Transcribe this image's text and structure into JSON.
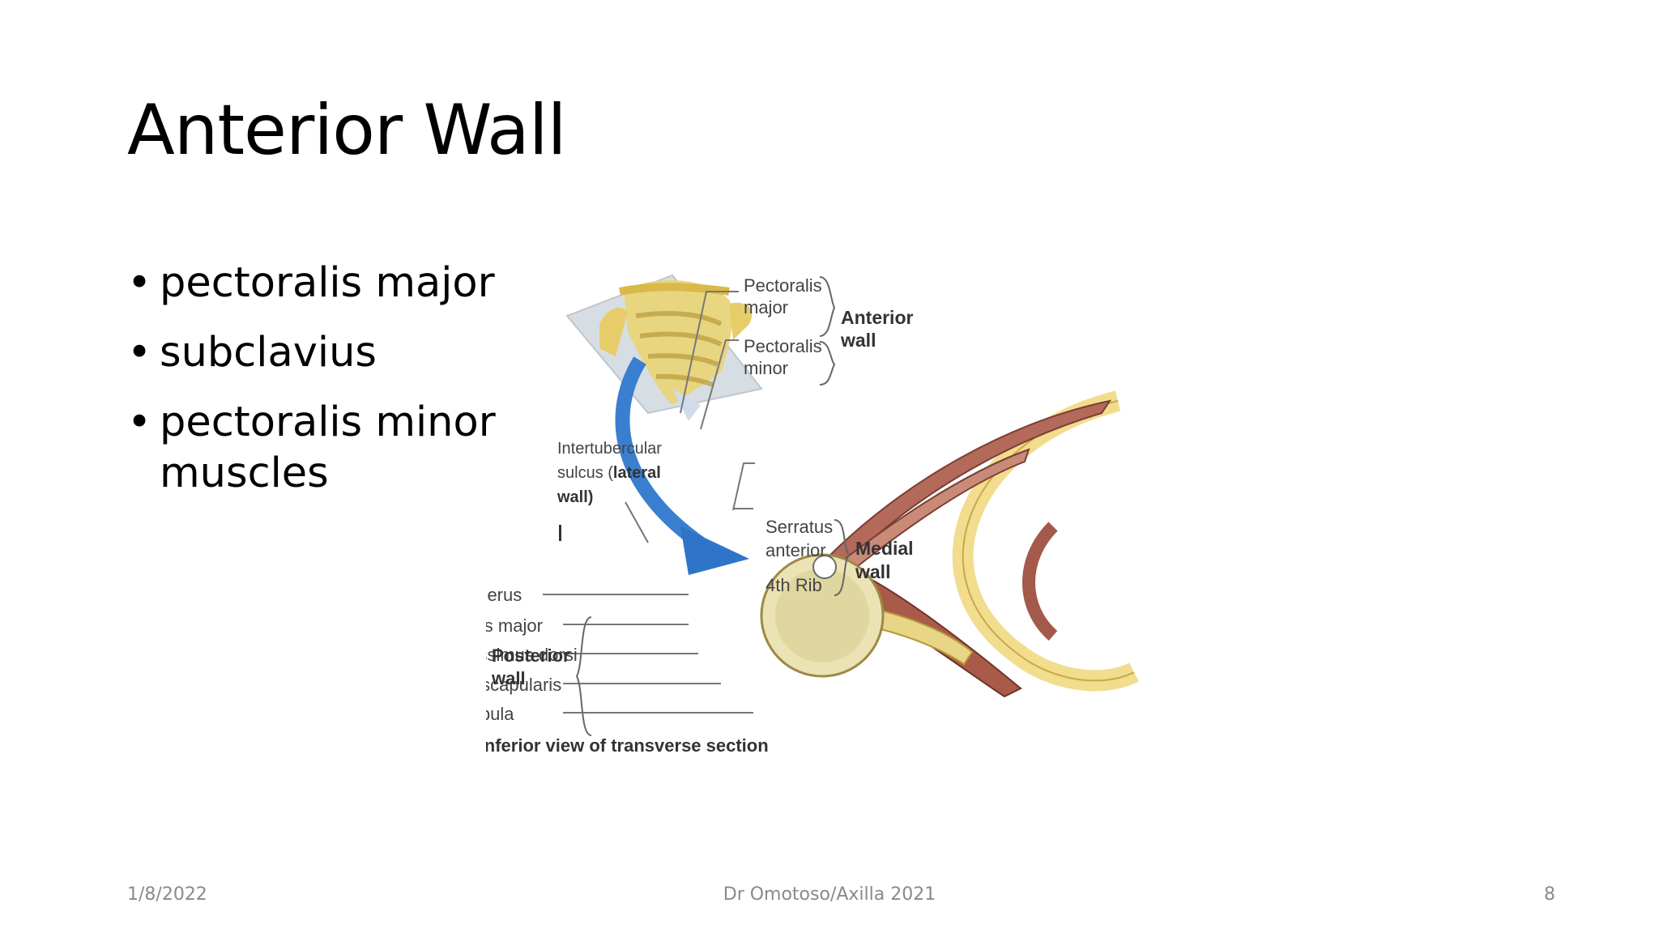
{
  "slide": {
    "title": "Anterior Wall",
    "bullets": [
      "pectoralis major",
      "subclavius",
      "pectoralis minor muscles"
    ]
  },
  "figure": {
    "labels": {
      "pectoralis_major_1": "Pectoralis",
      "pectoralis_major_2": "major",
      "pectoralis_minor_1": "Pectoralis",
      "pectoralis_minor_2": "minor",
      "anterior_wall_1": "Anterior",
      "anterior_wall_2": "wall",
      "intertubercular_1": "Intertubercular",
      "intertubercular_2": "sulcus (",
      "intertubercular_2b": "lateral",
      "intertubercular_3": "wall)",
      "serratus_1": "Serratus",
      "serratus_2": "anterior",
      "rib": "4th Rib",
      "medial_wall_1": "Medial",
      "medial_wall_2": "wall",
      "humerus": "Humerus",
      "teres_major": "Teres major",
      "latissimus": "Latissimus dorsi",
      "subscapularis": "Subscapularis",
      "scapula": "Scapula",
      "posterior_wall_1": "Posterior",
      "posterior_wall_2": "wall",
      "caption": "(B) Inferior view of transverse section"
    }
  },
  "footer": {
    "date": "1/8/2022",
    "center": "Dr Omotoso/Axilla 2021",
    "page": "8"
  }
}
